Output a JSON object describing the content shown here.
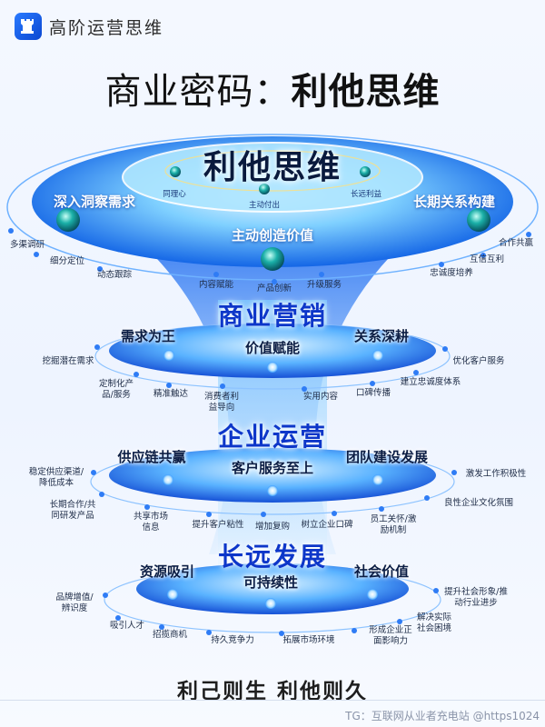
{
  "brand": {
    "name": "高阶运营思维"
  },
  "title": {
    "prefix": "商业密码：",
    "emphasis": "利他思维"
  },
  "tier1": {
    "title": "利他思维",
    "inner_items": [
      "同理心",
      "主动付出",
      "长远利益"
    ],
    "nodes": [
      "深入洞察需求",
      "主动创造价值",
      "长期关系构建"
    ],
    "left_leaves": [
      "多渠调研",
      "细分定位",
      "动态跟踪"
    ],
    "center_leaves": [
      "内容赋能",
      "产品创新",
      "升级服务"
    ],
    "right_leaves": [
      "合作共赢",
      "互信互利",
      "忠诚度培养"
    ]
  },
  "tier2": {
    "title": "商业营销",
    "nodes": [
      "需求为王",
      "价值赋能",
      "关系深耕"
    ],
    "leaves": [
      "挖掘潜在需求",
      "定制化产品/服务",
      "精准触达",
      "消费者利益导向",
      "实用内容",
      "口碑传播",
      "建立忠诚度体系",
      "优化客户服务"
    ]
  },
  "tier3": {
    "title": "企业运营",
    "nodes": [
      "供应链共赢",
      "客户服务至上",
      "团队建设发展"
    ],
    "leaves": [
      "稳定供应渠道/降低成本",
      "长期合作/共同研发产品",
      "共享市场信息",
      "提升客户粘性",
      "增加复购",
      "树立企业口碑",
      "员工关怀/激励机制",
      "良性企业文化氛围",
      "激发工作积极性"
    ]
  },
  "tier4": {
    "title": "长远发展",
    "nodes": [
      "资源吸引",
      "可持续性",
      "社会价值"
    ],
    "leaves": [
      "品牌增值/辨识度",
      "吸引人才",
      "招揽商机",
      "持久竞争力",
      "拓展市场环境",
      "形成企业正面影响力",
      "解决实际社会困境",
      "提升社会形象/推动行业进步"
    ]
  },
  "slogan": "利己则生 利他则久",
  "watermark": "TG：互联网从业者充电站 @https1024",
  "colors": {
    "accent": "#0d36c9",
    "ring": "#2f8bff",
    "node": "#0ea2a2"
  },
  "icons": {
    "brand": "chess-rook-icon",
    "node": "glowing-ball-icon"
  }
}
